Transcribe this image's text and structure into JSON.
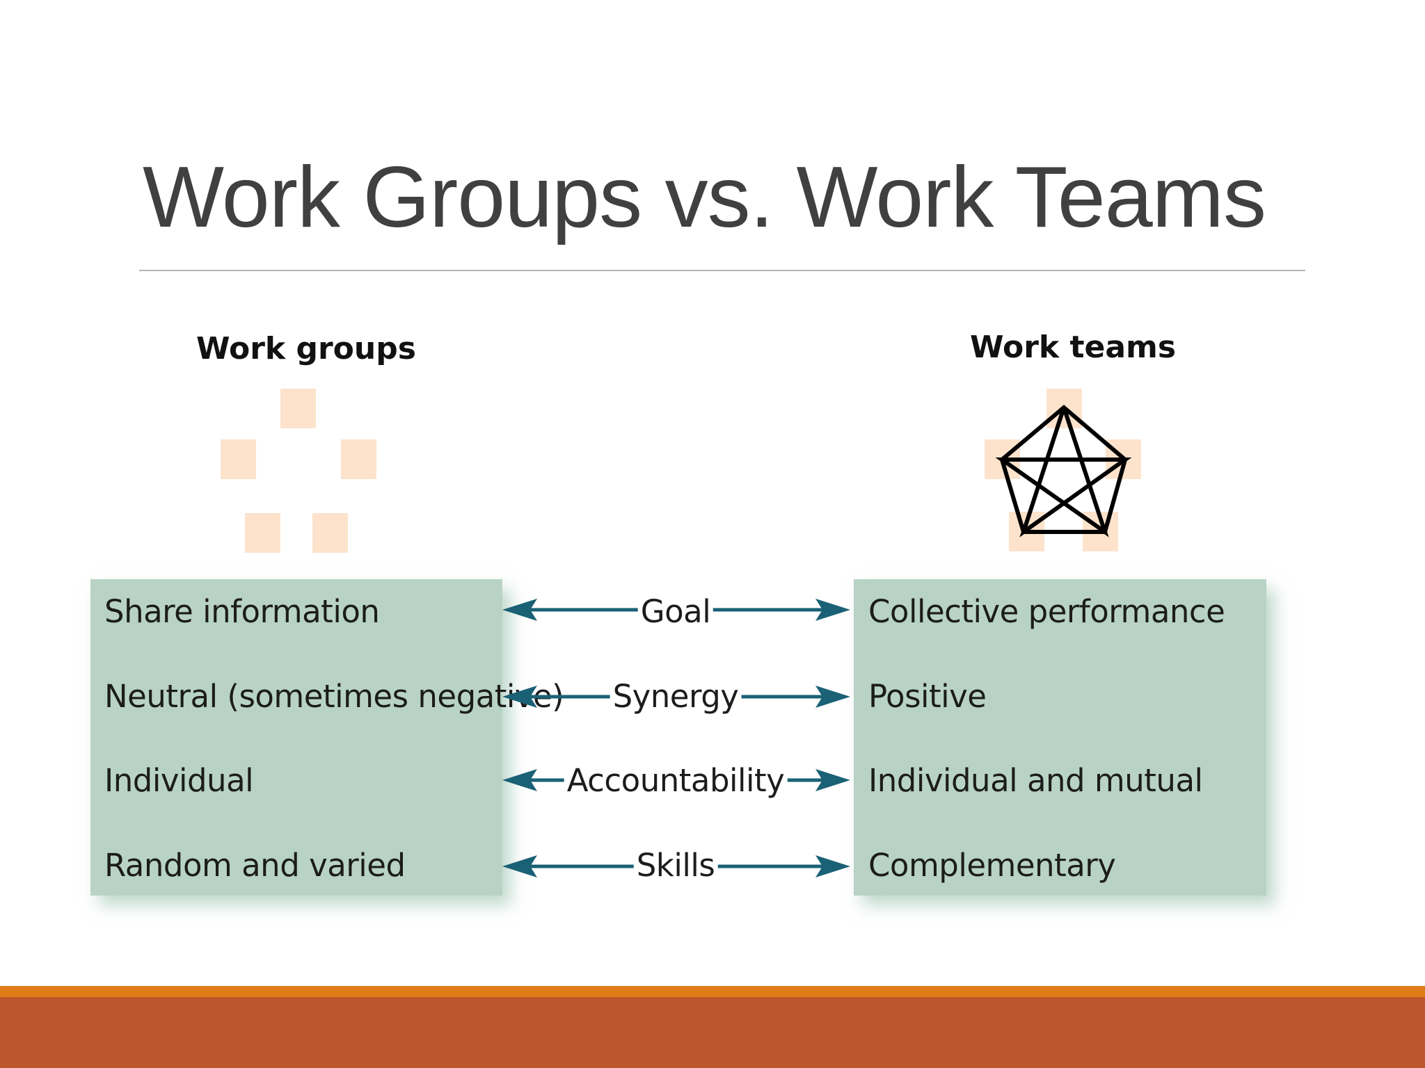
{
  "slide": {
    "title": "Work Groups vs. Work Teams"
  },
  "diagram": {
    "left_heading": "Work groups",
    "right_heading": "Work teams",
    "rows": [
      {
        "aspect": "Goal",
        "groups": "Share information",
        "teams": "Collective performance"
      },
      {
        "aspect": "Synergy",
        "groups": "Neutral (sometimes negative)",
        "teams": "Positive"
      },
      {
        "aspect": "Accountability",
        "groups": "Individual",
        "teams": "Individual and mutual"
      },
      {
        "aspect": "Skills",
        "groups": "Random and varied",
        "teams": "Complementary"
      }
    ]
  },
  "colors": {
    "panel_fill": "#b8d3c5",
    "arrow": "#1a6176",
    "member_square": "#fde3cc",
    "accent_band_top": "#e07c18",
    "accent_band_bottom": "#bc562c",
    "title_text": "#404040"
  }
}
